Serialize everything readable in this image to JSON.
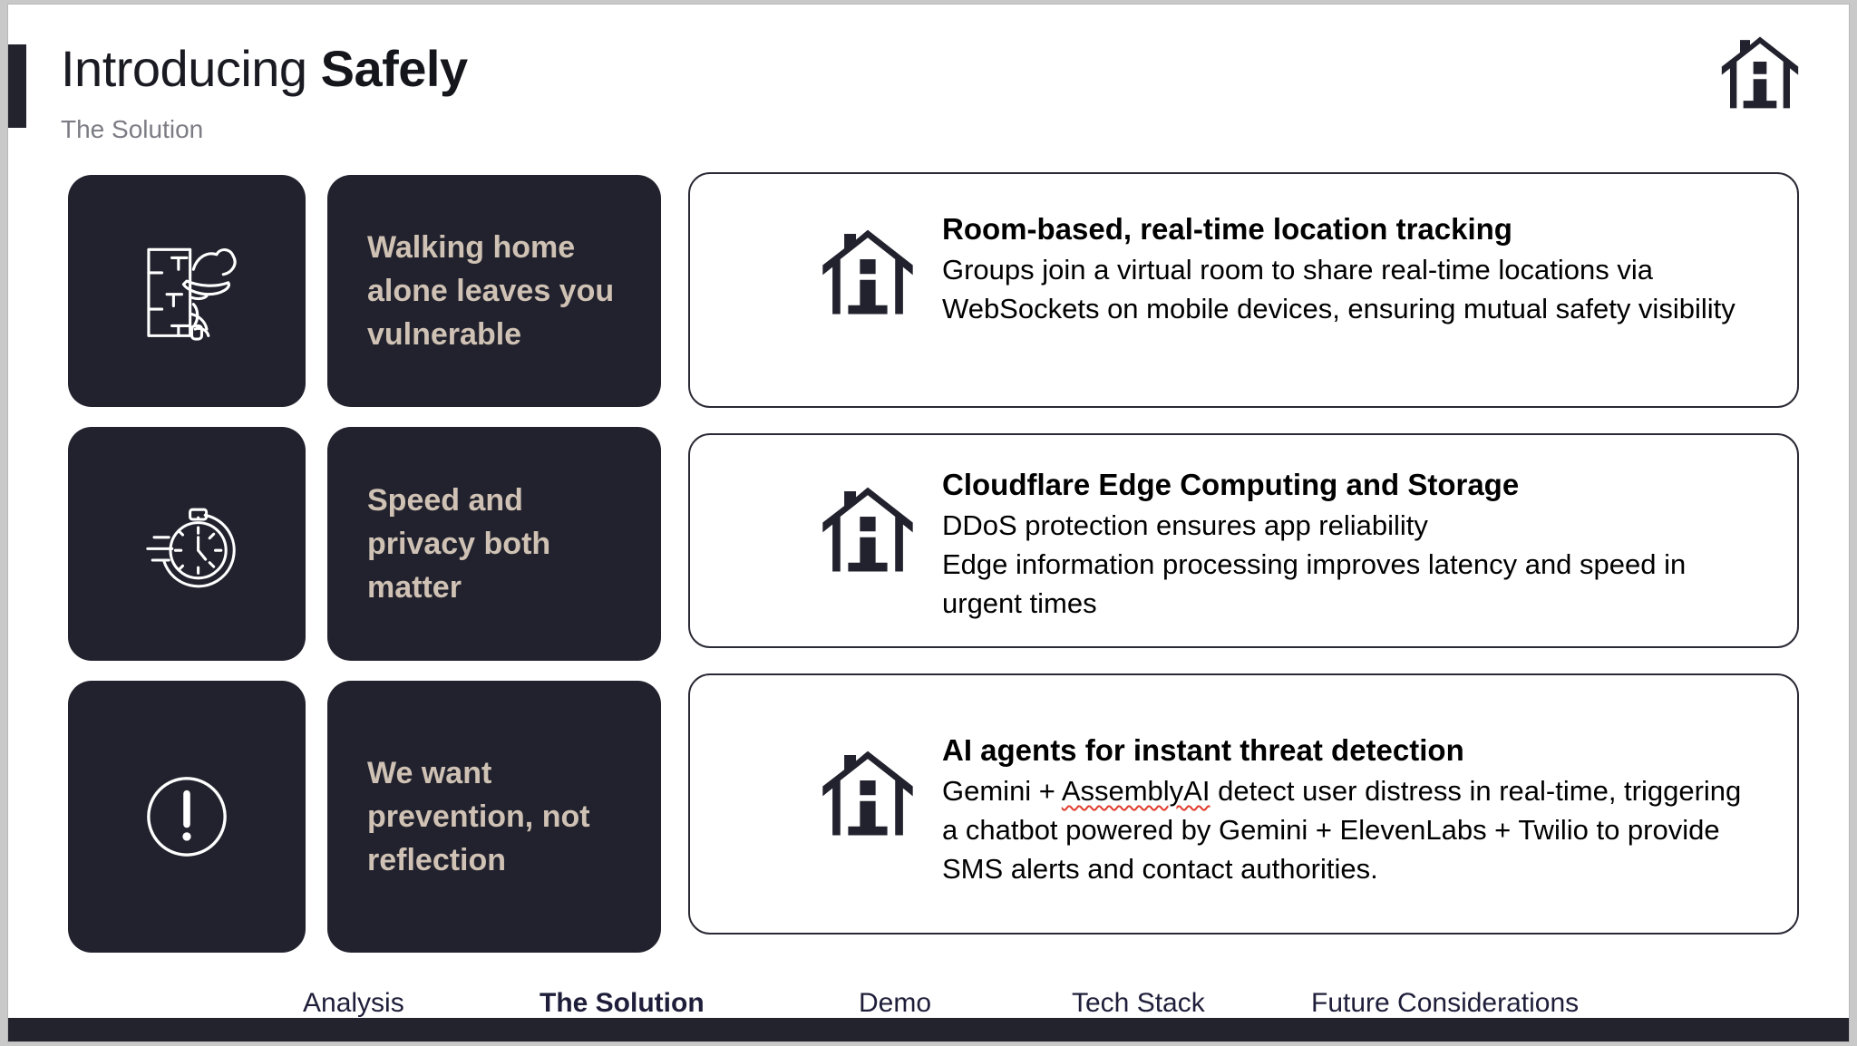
{
  "header": {
    "title_regular": "Introducing ",
    "title_bold": "Safely",
    "subtitle": "The Solution",
    "logo_icon": "house-i-logo-icon"
  },
  "colors": {
    "dark": "#22222e",
    "beige_text": "#cfc2b4",
    "page_bg": "#ffffff",
    "accent_bar": "#23232e",
    "spellcheck_underline": "#e03b2c",
    "nav_text": "#1e1e3a"
  },
  "problem_cards": [
    {
      "icon": "stalker-behind-wall-icon",
      "text": "Walking home alone leaves you vulnerable"
    },
    {
      "icon": "fast-stopwatch-icon",
      "text": "Speed and privacy both matter"
    },
    {
      "icon": "exclamation-circle-icon",
      "text": "We want prevention, not reflection"
    }
  ],
  "solution_cards": [
    {
      "icon": "house-i-logo-icon",
      "title": "Room-based, real-time location tracking",
      "lines": [
        {
          "text": "Groups join a virtual room to share real-time locations via WebSockets on mobile devices, ensuring mutual safety visibility",
          "misspelled": ""
        }
      ]
    },
    {
      "icon": "house-i-logo-icon",
      "title": "Cloudflare Edge Computing and Storage",
      "lines": [
        {
          "text": "DDoS protection ensures app reliability",
          "misspelled": ""
        },
        {
          "text": "Edge information processing improves latency and speed in urgent times",
          "misspelled": ""
        }
      ]
    },
    {
      "icon": "house-i-logo-icon",
      "title": "AI agents for instant threat detection",
      "lines": [
        {
          "pre": "Gemini + ",
          "misspelled": "AssemblyAI",
          "post": " detect user distress in real-time, triggering a chatbot powered by Gemini + ElevenLabs + Twilio to provide SMS alerts and contact authorities."
        }
      ]
    }
  ],
  "nav": {
    "items": [
      {
        "label": "Analysis",
        "active": false
      },
      {
        "label": "The Solution",
        "active": true
      },
      {
        "label": "Demo",
        "active": false
      },
      {
        "label": "Tech Stack",
        "active": false
      },
      {
        "label": "Future Considerations",
        "active": false
      }
    ]
  }
}
